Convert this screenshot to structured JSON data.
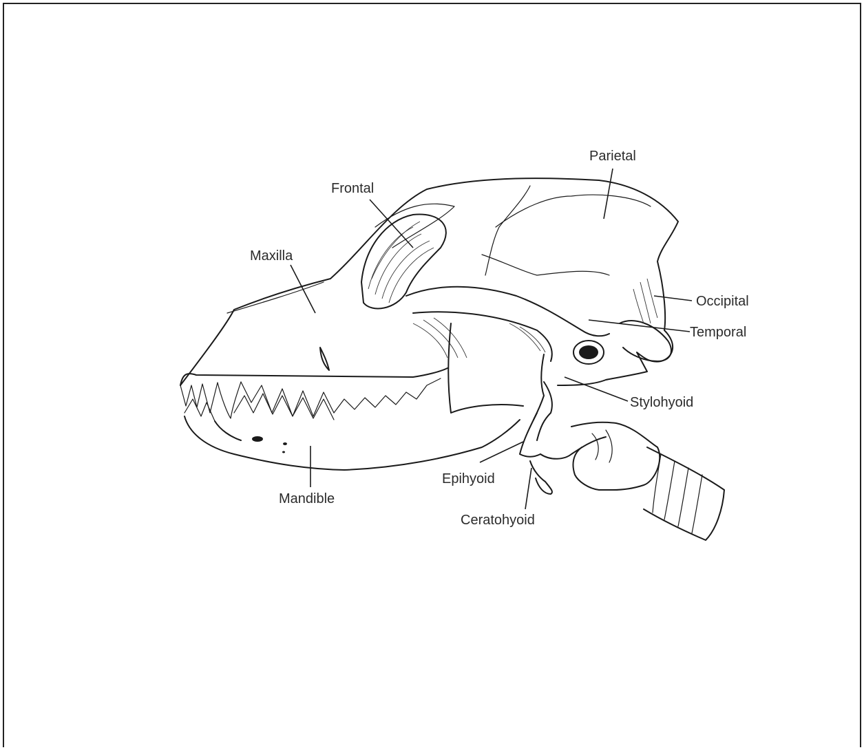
{
  "labels": {
    "parietal": "Parietal",
    "frontal": "Frontal",
    "maxilla": "Maxilla",
    "occipital": "Occipital",
    "temporal": "Temporal",
    "stylohyoid": "Stylohyoid",
    "epihyoid": "Epihyoid",
    "mandible": "Mandible",
    "ceratohyoid": "Ceratohyoid"
  },
  "illustration": "skull-lateral-view"
}
